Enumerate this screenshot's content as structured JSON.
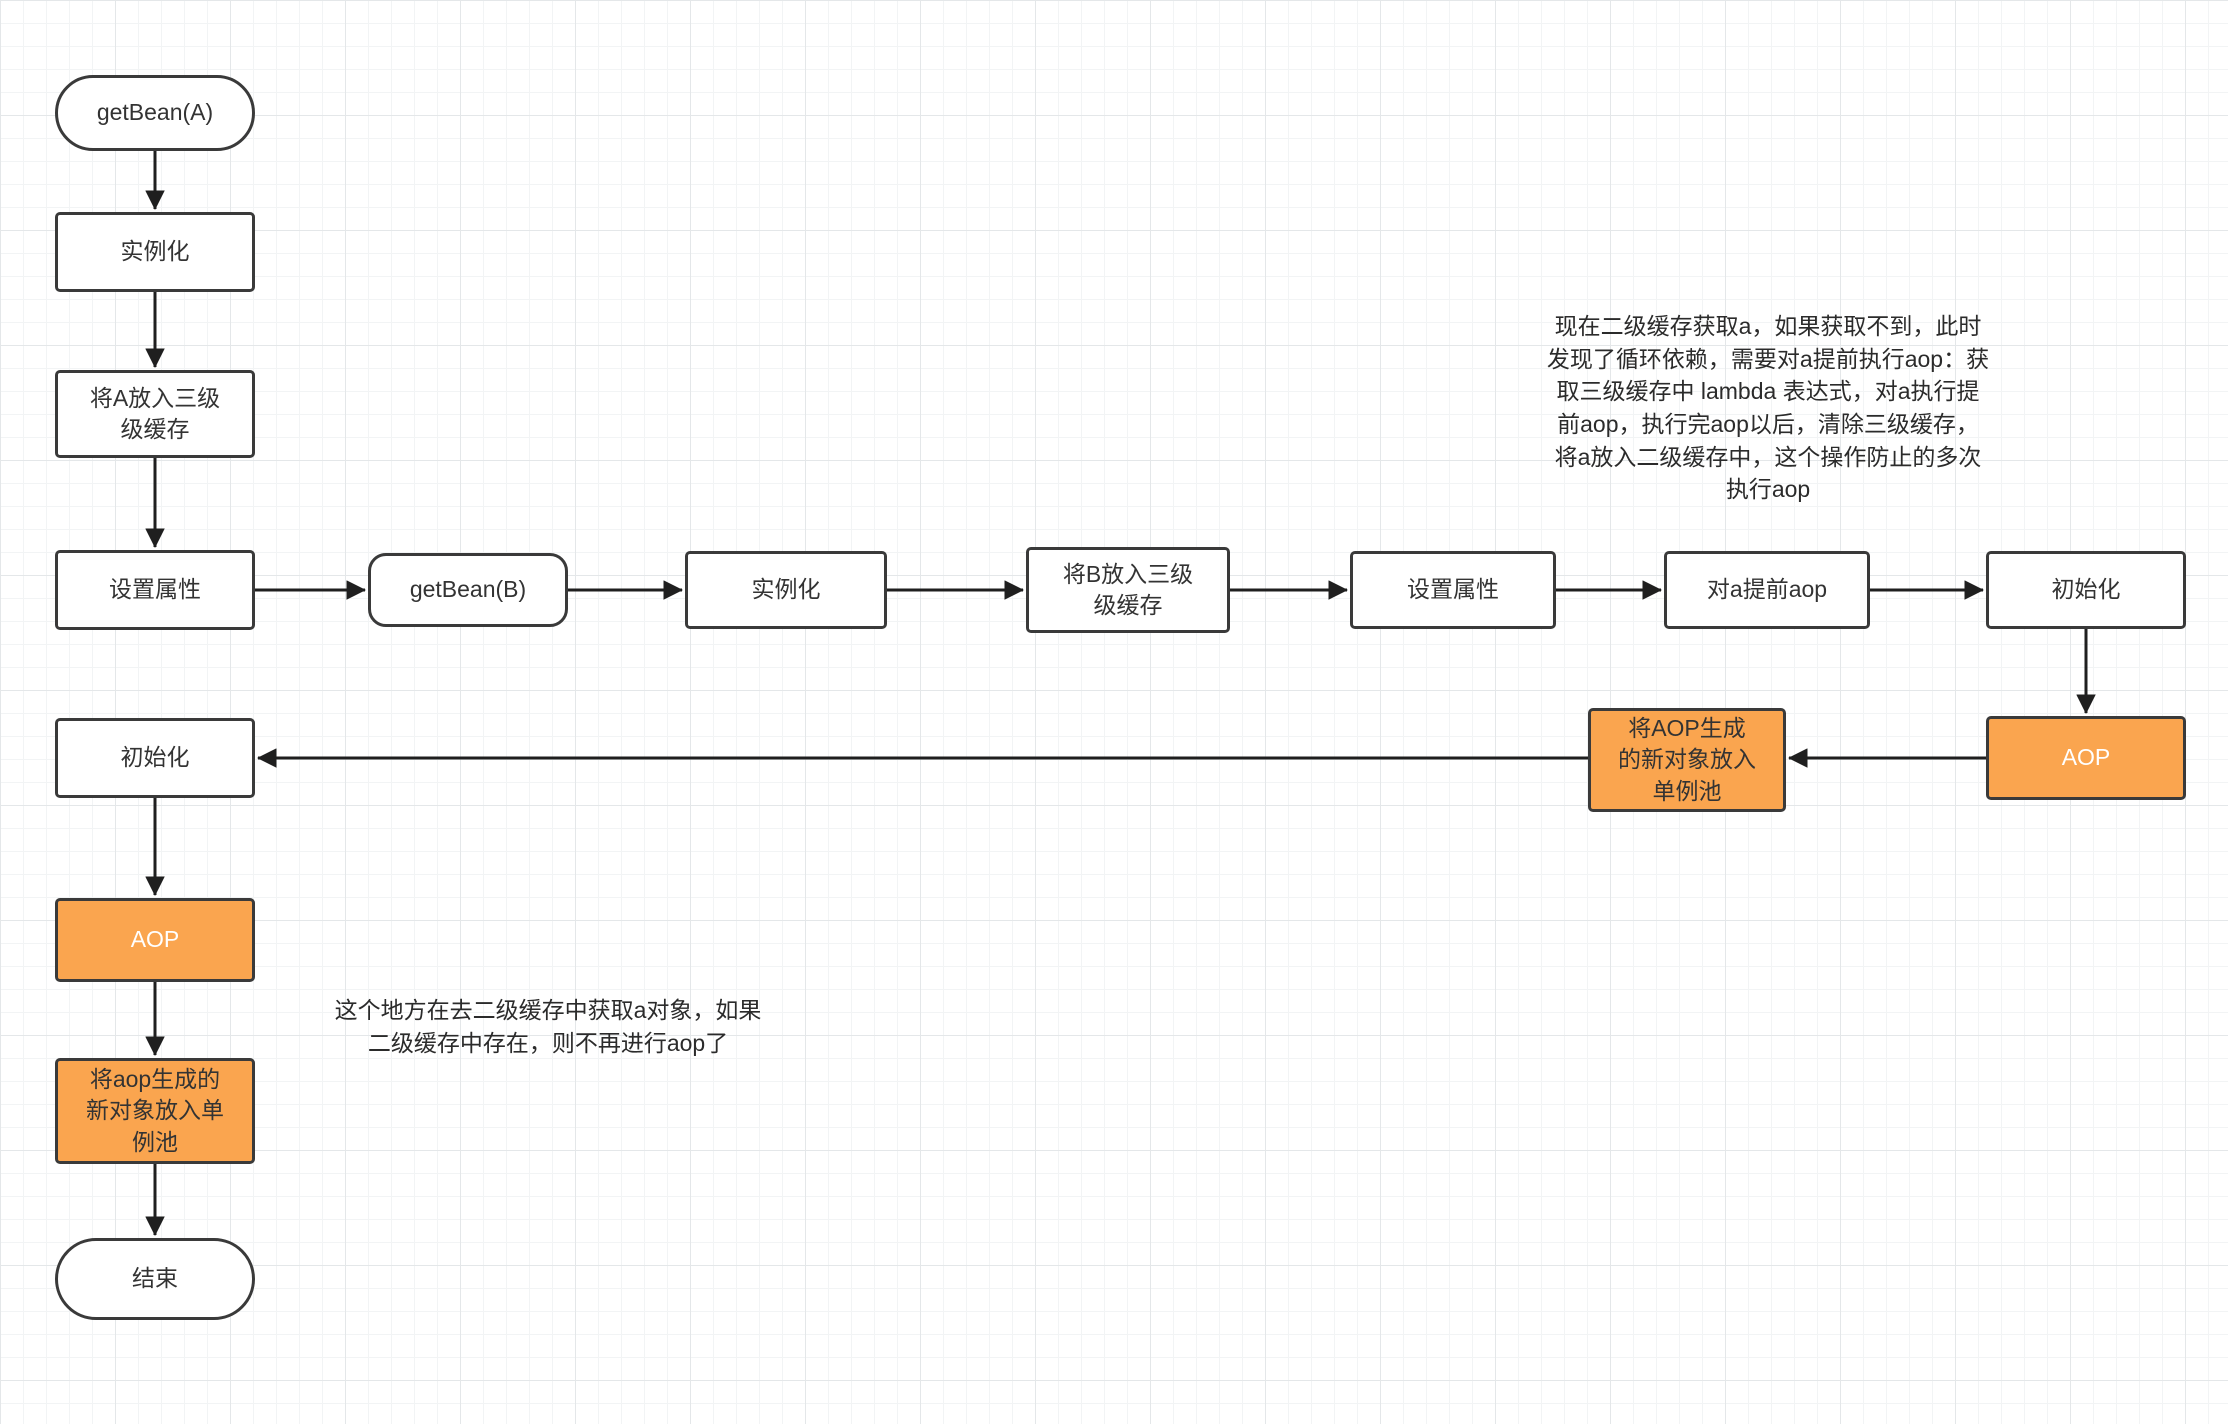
{
  "colors": {
    "node_fill": "#ffffff",
    "node_border": "#3a3a3a",
    "orange_fill": "#faa54f",
    "arrow": "#1f1f1f",
    "grid_minor": "#f2f4f5",
    "grid_major": "#e4e7e9"
  },
  "nodes": {
    "get_bean_a": {
      "label": "getBean(A)"
    },
    "instantiate_a": {
      "label": "实例化"
    },
    "put_a_cache": {
      "label": "将A放入三级\n级缓存"
    },
    "set_props_a": {
      "label": "设置属性"
    },
    "get_bean_b": {
      "label": "getBean(B)"
    },
    "instantiate_b": {
      "label": "实例化"
    },
    "put_b_cache": {
      "label": "将B放入三级\n级缓存"
    },
    "set_props_b": {
      "label": "设置属性"
    },
    "early_aop": {
      "label": "对a提前aop"
    },
    "init_right": {
      "label": "初始化"
    },
    "aop_right": {
      "label": "AOP"
    },
    "put_singleton_right": {
      "label": "将AOP生成\n的新对象放入\n单例池"
    },
    "init_left": {
      "label": "初始化"
    },
    "aop_left": {
      "label": "AOP"
    },
    "put_singleton_left": {
      "label": "将aop生成的\n新对象放入单\n例池"
    },
    "end_node": {
      "label": "结束"
    }
  },
  "annotations": {
    "aop_note": "现在二级缓存获取a，如果获取不到，此时\n发现了循环依赖，需要对a提前执行aop：获\n取三级缓存中 lambda 表达式，对a执行提\n前aop，执行完aop以后，清除三级缓存，\n将a放入二级缓存中，这个操作防止的多次\n执行aop",
    "cache_note": "这个地方在去二级缓存中获取a对象，如果\n二级缓存中存在，则不再进行aop了"
  }
}
